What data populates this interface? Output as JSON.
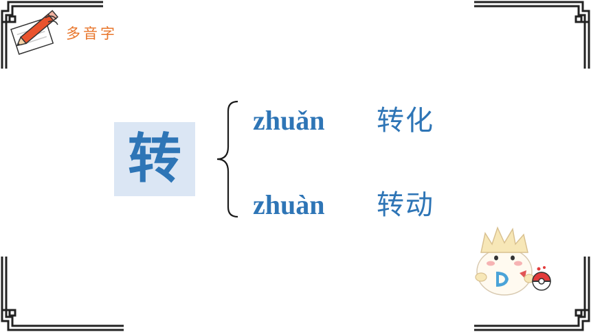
{
  "header": {
    "title": "多音字",
    "icon": "pencil-notepad-icon"
  },
  "main": {
    "character": "转",
    "readings": [
      {
        "pinyin": "zhuǎn",
        "word": "转化"
      },
      {
        "pinyin": "zhuàn",
        "word": "转动"
      }
    ]
  },
  "decorations": {
    "frame": "chinese-lattice-corner-frame",
    "mascot": "egg-creature-with-pokeball"
  },
  "colors": {
    "accent_blue": "#2e75b6",
    "highlight_box": "#dbe6f4",
    "title_orange": "#e8752a",
    "frame": "#222222"
  }
}
